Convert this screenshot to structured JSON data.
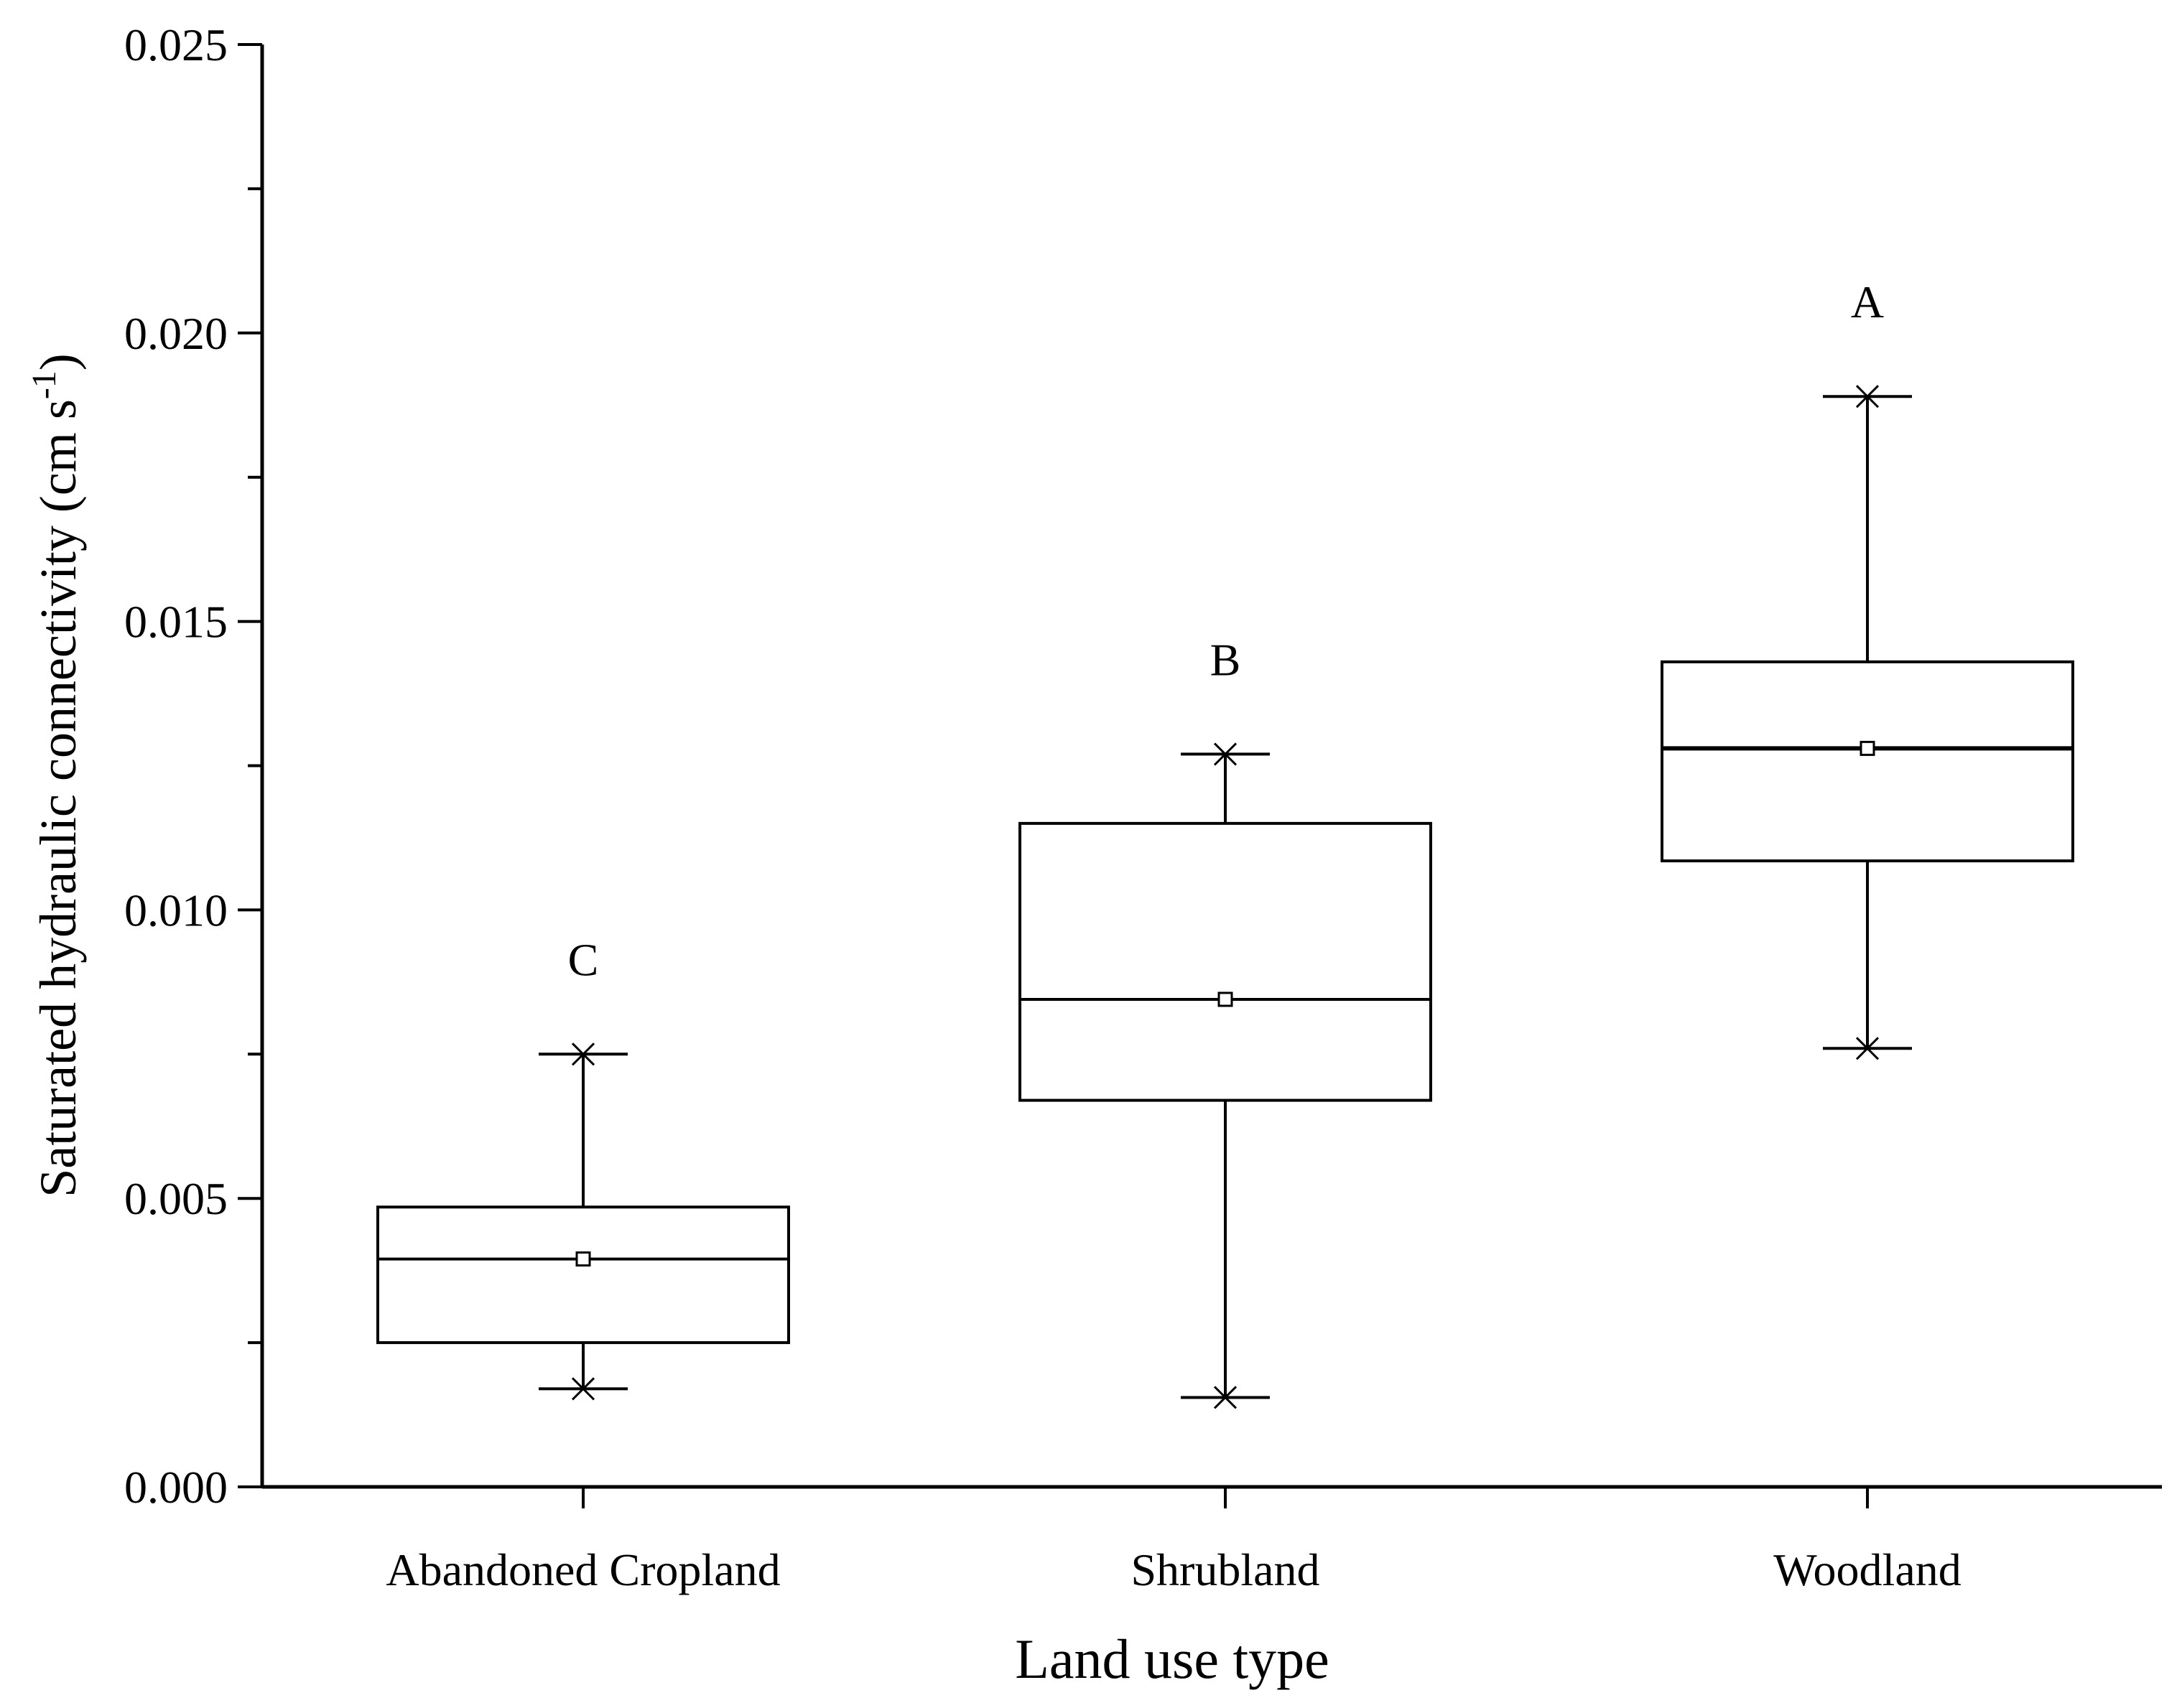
{
  "chart_data": {
    "type": "box",
    "xlabel": "Land use type",
    "ylabel": {
      "main": "Saturated hydraulic connectivity (cm s",
      "superscript": "-1",
      "close": ")"
    },
    "ylim": [
      0,
      0.025
    ],
    "yticks": [
      "0.000",
      "0.005",
      "0.010",
      "0.015",
      "0.020",
      "0.025"
    ],
    "categories": [
      "Abandoned Cropland",
      "Shrubland",
      "Woodland"
    ],
    "boxes": [
      {
        "category": "Abandoned Cropland",
        "min": 0.0017,
        "q1": 0.0025,
        "median": 0.00395,
        "mean": 0.00395,
        "q3": 0.00485,
        "max": 0.0075,
        "letter": "C"
      },
      {
        "category": "Shrubland",
        "min": 0.00155,
        "q1": 0.0067,
        "median": 0.00845,
        "mean": 0.00845,
        "q3": 0.0115,
        "max": 0.0127,
        "letter": "B"
      },
      {
        "category": "Woodland",
        "min": 0.0076,
        "q1": 0.01085,
        "median": 0.0128,
        "mean": 0.0128,
        "q3": 0.0143,
        "max": 0.0189,
        "letter": "A"
      }
    ],
    "grid": false,
    "legend": "none"
  }
}
